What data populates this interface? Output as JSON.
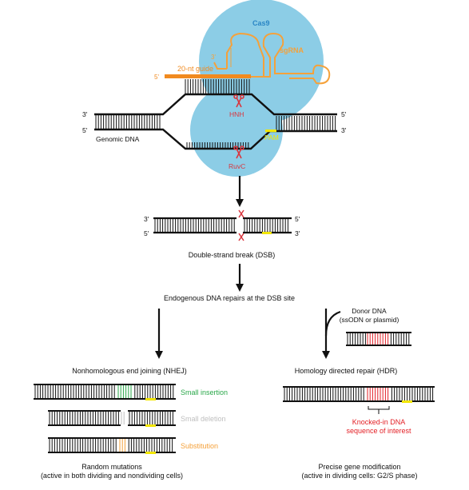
{
  "colors": {
    "cas9": "#8ccde6",
    "sgrna": "#f5a13a",
    "guide": "#f18a1f",
    "dna": "#111111",
    "pam": "#f2e600",
    "enzyme": "#d9363e",
    "insertion": "#2aa84a",
    "deletion": "#bfbfbf",
    "substitution": "#f5a13a",
    "knockin": "#e32026"
  },
  "cas9_complex": {
    "protein_label": "Cas9",
    "rna_label": "sgRNA",
    "guide_label": "20-nt guide",
    "guide_5prime": "5'",
    "rna_3prime": "3'",
    "hnh_label": "HNH",
    "ruvc_label": "RuvC",
    "pam_label": "PAM",
    "genomic_label": "Genomic DNA",
    "top_left_end": "3'",
    "top_right_end": "5'",
    "bottom_left_end": "5'",
    "bottom_right_end": "3'"
  },
  "dsb": {
    "left_top_end": "3'",
    "left_bottom_end": "5'",
    "right_top_end": "5'",
    "right_bottom_end": "3'",
    "caption": "Double-strand break (DSB)"
  },
  "repair": {
    "title": "Endogenous DNA repairs at the DSB site",
    "donor_title": "Donor DNA",
    "donor_subtitle": "(ssODN or plasmid)",
    "nhej_title": "Nonhomologous end joining (NHEJ)",
    "hdr_title": "Homology directed repair (HDR)",
    "small_insertion": "Small insertion",
    "small_deletion": "Small deletion",
    "substitution": "Substitution",
    "knockin_line1": "Knocked-in DNA",
    "knockin_line2": "sequence of interest",
    "nhej_result_line1": "Random mutations",
    "nhej_result_line2": "(active in both dividing and nondividing cells)",
    "hdr_result_line1": "Precise gene modification",
    "hdr_result_line2": "(active in dividing cells: G2/S phase)"
  }
}
